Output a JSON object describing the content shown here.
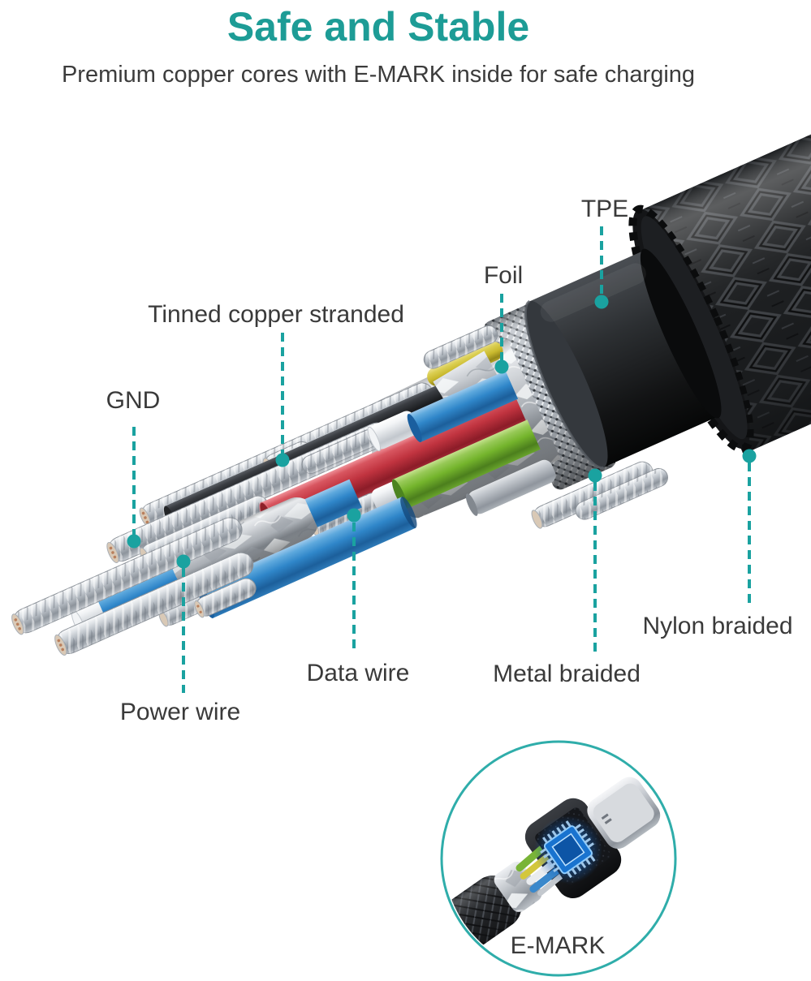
{
  "header": {
    "title": "Safe and Stable",
    "subtitle": "Premium copper cores with E-MARK inside for safe charging"
  },
  "callouts": {
    "tpe": "TPE",
    "foil": "Foil",
    "tinned_copper": "Tinned copper stranded",
    "gnd": "GND",
    "nylon_braided": "Nylon braided",
    "metal_braided": "Metal braided",
    "data_wire": "Data wire",
    "power_wire": "Power wire",
    "emark": "E-MARK"
  },
  "colors": {
    "title_teal": "#1d9c96",
    "accent_teal": "#1aa2a0",
    "label_text": "#3a3a3a",
    "wire_blue": "#2f86c9",
    "wire_green": "#74b42c",
    "wire_red": "#c0333f",
    "wire_yellow": "#c9b92e",
    "chip_glow_blue": "#3f9bff"
  }
}
